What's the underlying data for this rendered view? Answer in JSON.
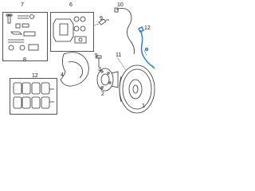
{
  "callouts": {
    "c1": "1",
    "c2": "2",
    "c3": "3",
    "c4": "4",
    "c5": "5",
    "c6": "6",
    "c7": "7",
    "c8": "8",
    "c9": "9",
    "c10": "10",
    "c11": "11",
    "c12": "12"
  },
  "colors": {
    "line": "#333333",
    "highlight": "#1e7fd6"
  }
}
